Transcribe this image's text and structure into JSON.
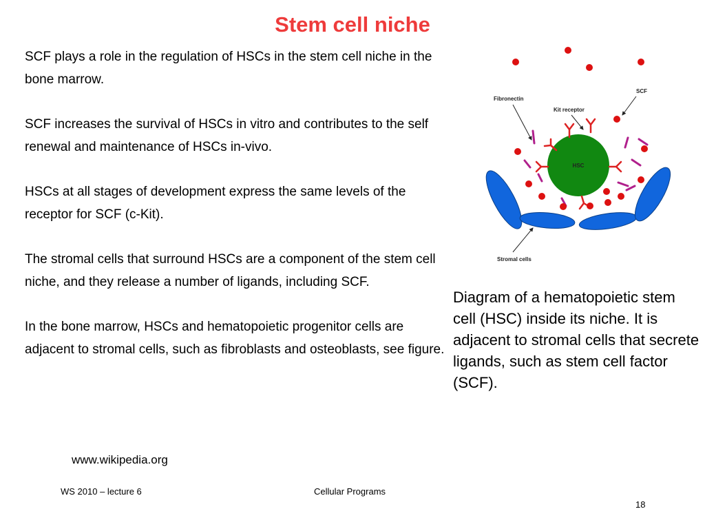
{
  "slide": {
    "title": "Stem cell niche",
    "paragraphs": [
      "SCF plays a role in the regulation of HSCs in the stem cell niche in the bone marrow.",
      "SCF increases the survival of HSCs in vitro and contributes to the self renewal and maintenance of HSCs in-vivo.",
      "HSCs at all stages of development express the same levels of the receptor for SCF (c-Kit).",
      "The stromal cells that surround HSCs are a component of the stem cell niche, and they release a number of ligands, including SCF.",
      "In the bone marrow, HSCs and hematopoietic progenitor cells are adjacent to stromal cells, such as fibroblasts and osteoblasts, see figure."
    ],
    "caption": "Diagram of a hematopoietic stem cell (HSC) inside its niche. It is adjacent to stromal cells that secrete ligands, such as stem cell factor (SCF).",
    "source": "www.wikipedia.org"
  },
  "figure": {
    "labels": {
      "fibronectin": "Fibronectin",
      "kit_receptor": "Kit receptor",
      "scf": "SCF",
      "hsc": "HSC",
      "stromal_cells": "Stromal cells"
    },
    "colors": {
      "hsc": "#118811",
      "scf_dot": "#dd1111",
      "stromal": "#1166dd",
      "fibronectin": "#b0208c",
      "kit_receptor": "#dd2222"
    }
  },
  "footer": {
    "left": "WS 2010 – lecture 6",
    "center": "Cellular Programs",
    "page": "18"
  }
}
